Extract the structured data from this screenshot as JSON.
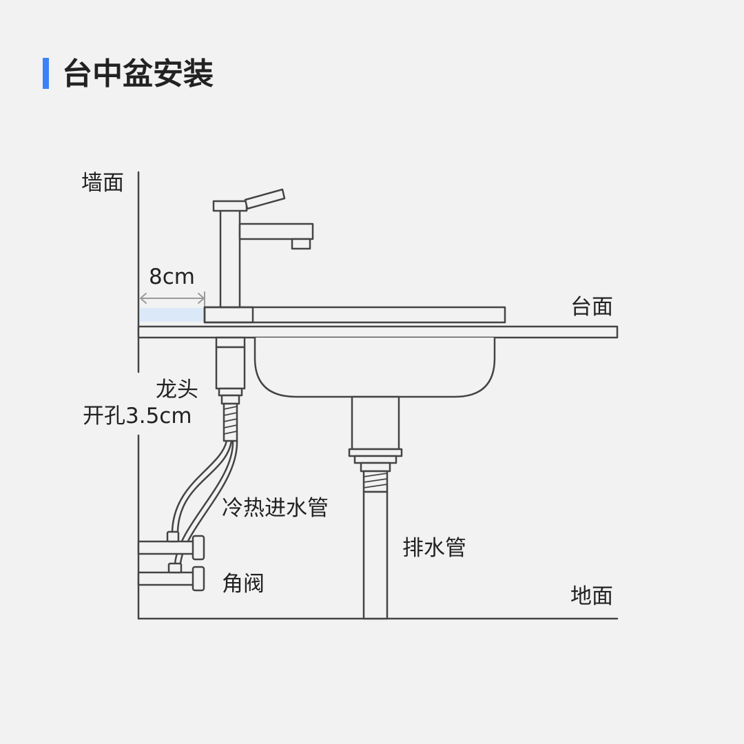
{
  "title": "台中盆安装",
  "labels": {
    "wall": "墙面",
    "distance": "8cm",
    "countertop": "台面",
    "faucet_line1": "龙头",
    "faucet_line2": "开孔3.5cm",
    "inlet_hose": "冷热进水管",
    "drain_pipe": "排水管",
    "angle_valve": "角阀",
    "floor": "地面"
  },
  "colors": {
    "accent": "#3b82f6",
    "line": "#444444",
    "gap_highlight": "#dbe8f8",
    "dimension": "#9a9a9a"
  }
}
